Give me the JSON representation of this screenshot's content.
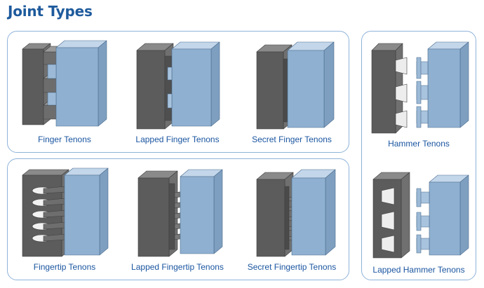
{
  "page": {
    "title": "Joint Types"
  },
  "joints": [
    {
      "id": "finger",
      "label": "Finger Tenons"
    },
    {
      "id": "lapped-finger",
      "label": "Lapped Finger Tenons"
    },
    {
      "id": "secret-finger",
      "label": "Secret Finger Tenons"
    },
    {
      "id": "fingertip",
      "label": "Fingertip Tenons"
    },
    {
      "id": "lapped-fingertip",
      "label": "Lapped Fingertip Tenons"
    },
    {
      "id": "secret-fingertip",
      "label": "Secret Fingertip Tenons"
    },
    {
      "id": "hammer",
      "label": "Hammer Tenons"
    },
    {
      "id": "lapped-hammer",
      "label": "Lapped Hammer Tenons"
    }
  ],
  "colors": {
    "title": "#1e5a9c",
    "caption": "#1a55a0",
    "panel_border": "#8fb3d9",
    "gray_front": "#5c5c5c",
    "gray_top": "#8a8a8a",
    "blue_front": "#8fb0d0",
    "blue_top": "#c3d6ea"
  }
}
